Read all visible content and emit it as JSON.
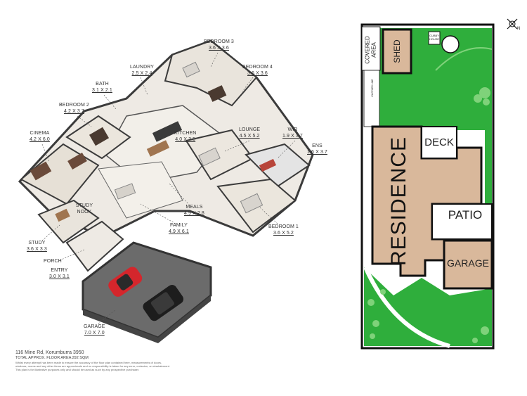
{
  "floorplan_3d": {
    "rooms": [
      {
        "key": "bedroom3",
        "name": "BEDROOM 3",
        "dims": "3.6 x 3.6"
      },
      {
        "key": "laundry",
        "name": "LAUNDRY",
        "dims": "2.5 x 2.4"
      },
      {
        "key": "bedroom4",
        "name": "BEDROOM 4",
        "dims": "3.6 x 3.6"
      },
      {
        "key": "bath",
        "name": "BATH",
        "dims": "3.1 x 2.1"
      },
      {
        "key": "bedroom2",
        "name": "BEDROOM 2",
        "dims": "4.2 x 3.7"
      },
      {
        "key": "kitchen",
        "name": "KITCHEN",
        "dims": "4.0 x 3.5"
      },
      {
        "key": "cinema",
        "name": "CINEMA",
        "dims": "4.2 x 6.0"
      },
      {
        "key": "lounge",
        "name": "LOUNGE",
        "dims": "4.5 x 5.2"
      },
      {
        "key": "wir",
        "name": "WIR",
        "dims": "1.9 x 3.7"
      },
      {
        "key": "ens",
        "name": "ENS",
        "dims": "1.6 x 3.7"
      },
      {
        "key": "study_nook",
        "name": "STUDY NOOK",
        "dims": ""
      },
      {
        "key": "meals",
        "name": "MEALS",
        "dims": "4.9 x 2.8"
      },
      {
        "key": "family",
        "name": "FAMILY",
        "dims": "4.9 x 6.1"
      },
      {
        "key": "bedroom1",
        "name": "BEDROOM 1",
        "dims": "3.6 x 5.2"
      },
      {
        "key": "study",
        "name": "STUDY",
        "dims": "3.6 x 3.3"
      },
      {
        "key": "porch",
        "name": "PORCH",
        "dims": ""
      },
      {
        "key": "entry",
        "name": "ENTRY",
        "dims": "3.0 x 3.1"
      },
      {
        "key": "garage",
        "name": "GARAGE",
        "dims": "7.0 x 7.0"
      }
    ]
  },
  "site_plan": {
    "labels": {
      "covered_area": "COVERED AREA",
      "shed": "SHED",
      "cubby_house": "CUBBY HOUSE",
      "clothes_line": "CLOTHES LINE",
      "deck": "DECK",
      "residence": "RESIDENCE",
      "patio": "PATIO",
      "garage": "GARAGE"
    },
    "compass": "N"
  },
  "footer": {
    "address": "116 Mine Rd, Korumburra 3950",
    "total_area": "TOTAL APPROX. FLOOR AREA 292 SQM",
    "disclaimer_1": "Whilst every attempt has been made to ensure the accuracy of the floor plan contained here, measurements of doors,",
    "disclaimer_2": "windows, rooms and any other items are approximate and no responsibility is taken for any error, omission, or misstatement.",
    "disclaimer_3": "This plan is for illustrative purposes only and should be used as such by any prospective purchaser."
  },
  "colors": {
    "residence_fill": "#d9b89b",
    "lawn": "#2fae3c",
    "lawn_light": "#7fd27a",
    "wall": "#3b3b3b",
    "floor": "#eeeae4",
    "garage_floor": "#6b6b6b",
    "car_red": "#d4262c",
    "car_black": "#1d1d1d"
  }
}
